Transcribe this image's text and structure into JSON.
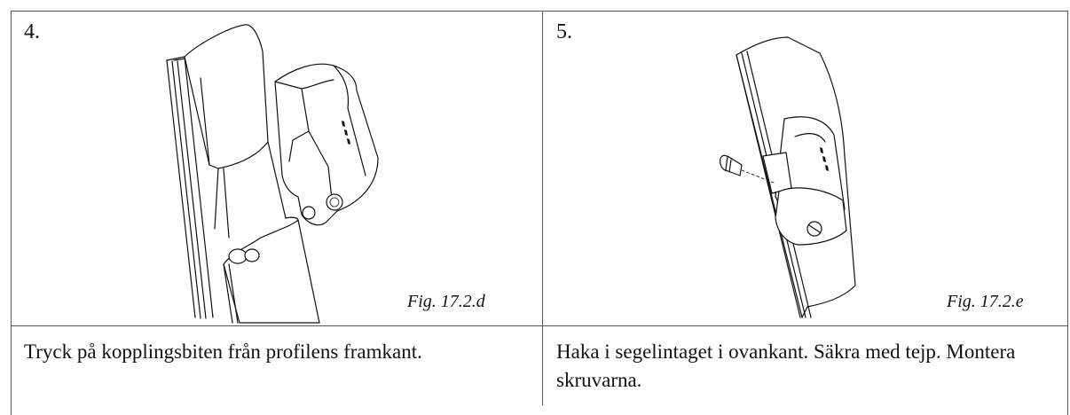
{
  "panels": [
    {
      "step": "4.",
      "figure_caption": "Fig. 17.2.d",
      "description": "Tryck på kopplingsbiten från profilens framkant."
    },
    {
      "step": "5.",
      "figure_caption": "Fig. 17.2.e",
      "description": "Haka i segelintaget i ovankant. Säkra med tejp. Montera skruvarna."
    }
  ]
}
